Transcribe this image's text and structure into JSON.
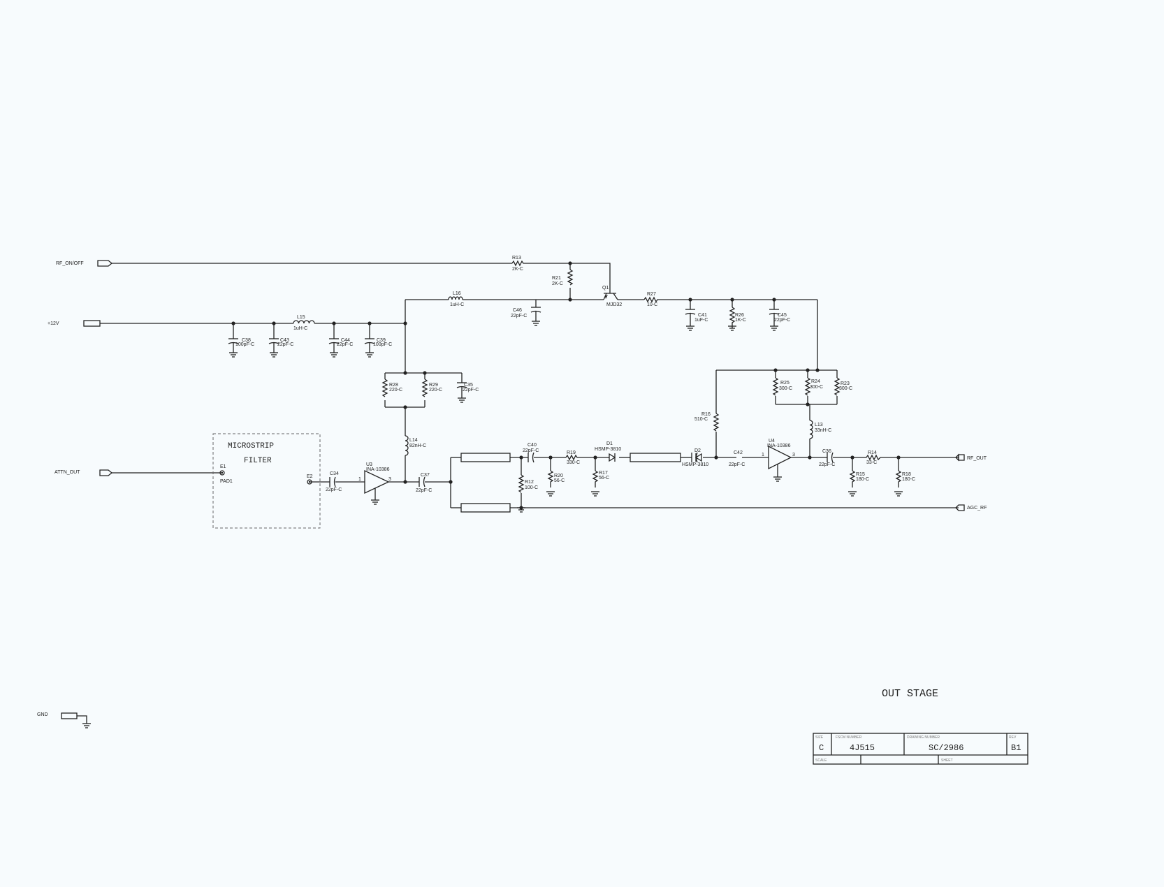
{
  "title": "OUT STAGE",
  "ports": {
    "rf_on_off": "RF_ON/OFF",
    "plus12v": "+12V",
    "attn_out": "ATTN_OUT",
    "gnd": "GND",
    "rf_out": "RF_OUT",
    "agc_rf": "AGC_RF"
  },
  "filter_block": {
    "line1": "MICROSTRIP",
    "line2": "FILTER"
  },
  "parts": {
    "R13": {
      "ref": "R13",
      "val": "2K-C"
    },
    "R21": {
      "ref": "R21",
      "val": "2K-C"
    },
    "Q1": {
      "ref": "Q1",
      "val": "MJD32"
    },
    "R27": {
      "ref": "R27",
      "val": "10-C"
    },
    "L16": {
      "ref": "L16",
      "val": "1uH-C"
    },
    "C46": {
      "ref": "C46",
      "val": "22pF-C"
    },
    "C41": {
      "ref": "C41",
      "val": "1uF-C"
    },
    "R26": {
      "ref": "R26",
      "val": "1K-C"
    },
    "C45": {
      "ref": "C45",
      "val": "22pF-C"
    },
    "L15": {
      "ref": "L15",
      "val": "1uH-C"
    },
    "C38": {
      "ref": "C38",
      "val": "100pF-C"
    },
    "C43": {
      "ref": "C43",
      "val": "22pF-C"
    },
    "C44": {
      "ref": "C44",
      "val": "22pF-C"
    },
    "C39": {
      "ref": "C39",
      "val": "100pF-C"
    },
    "R28": {
      "ref": "R28",
      "val": "220-C"
    },
    "R29": {
      "ref": "R29",
      "val": "220-C"
    },
    "C35": {
      "ref": "C35",
      "val": "22pF-C"
    },
    "L14": {
      "ref": "L14",
      "val": "82nH-C"
    },
    "C34": {
      "ref": "C34",
      "val": "22pF-C"
    },
    "U3": {
      "ref": "U3",
      "val": "INA-10386"
    },
    "C37": {
      "ref": "C37",
      "val": "22pF-C"
    },
    "C40": {
      "ref": "C40",
      "val": "22pF-C"
    },
    "R12": {
      "ref": "R12",
      "val": "100-C"
    },
    "R19": {
      "ref": "R19",
      "val": "330-C"
    },
    "R20": {
      "ref": "R20",
      "val": "56-C"
    },
    "D1": {
      "ref": "D1",
      "val": "HSMP-3810"
    },
    "R17": {
      "ref": "R17",
      "val": "56-C"
    },
    "D2": {
      "ref": "D2",
      "val": "HSMP-3810"
    },
    "R16": {
      "ref": "R16",
      "val": "510-C"
    },
    "C42": {
      "ref": "C42",
      "val": "22pF-C"
    },
    "U4": {
      "ref": "U4",
      "val": "INA-10386"
    },
    "R25": {
      "ref": "R25",
      "val": "300-C"
    },
    "R24": {
      "ref": "R24",
      "val": "300-C"
    },
    "R23": {
      "ref": "R23",
      "val": "300-C"
    },
    "L13": {
      "ref": "L13",
      "val": "33nH-C"
    },
    "C36": {
      "ref": "C36",
      "val": "22pF-C"
    },
    "R14": {
      "ref": "R14",
      "val": "33-C"
    },
    "R15": {
      "ref": "R15",
      "val": "180-C"
    },
    "R18": {
      "ref": "R18",
      "val": "180-C"
    }
  },
  "pins": {
    "E1": "E1",
    "E2": "E2",
    "PAD1": "PAD1",
    "u_in": "1",
    "u_out": "3"
  },
  "title_block": {
    "size": "C",
    "fscm": "4J515",
    "dwg_no": "SC/2986",
    "rev": "B1",
    "size_hdr": "SIZE",
    "fscm_hdr": "FSCM NUMBER",
    "dwg_hdr": "DRAWING NUMBER",
    "rev_hdr": "REV",
    "scale_hdr": "SCALE",
    "sheet_hdr": "SHEET"
  }
}
